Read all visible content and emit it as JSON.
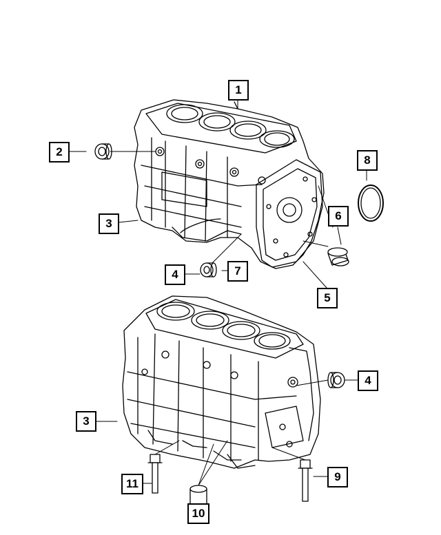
{
  "callouts": [
    {
      "id": "c1",
      "label": "1"
    },
    {
      "id": "c2",
      "label": "2"
    },
    {
      "id": "c3a",
      "label": "3"
    },
    {
      "id": "c4a",
      "label": "4"
    },
    {
      "id": "c5",
      "label": "5"
    },
    {
      "id": "c6",
      "label": "6"
    },
    {
      "id": "c7",
      "label": "7"
    },
    {
      "id": "c8",
      "label": "8"
    },
    {
      "id": "c3b",
      "label": "3"
    },
    {
      "id": "c4b",
      "label": "4"
    },
    {
      "id": "c9",
      "label": "9"
    },
    {
      "id": "c10",
      "label": "10"
    },
    {
      "id": "c11",
      "label": "11"
    }
  ],
  "colors": {
    "line": "#000000",
    "background": "#ffffff"
  }
}
